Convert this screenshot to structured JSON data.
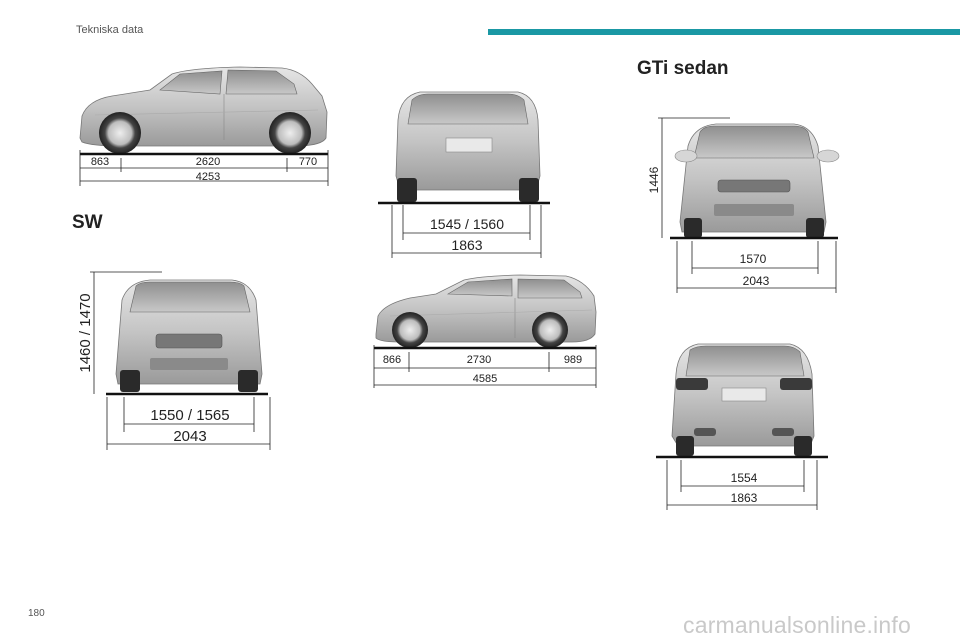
{
  "header": {
    "title": "Tekniska data",
    "accent_color": "#1a98a4"
  },
  "footer": {
    "page_number": "180",
    "watermark": "carmanualsonline.info"
  },
  "hatchback_side": {
    "front_overhang": "863",
    "wheelbase": "2620",
    "rear_overhang": "770",
    "length": "4253"
  },
  "hatchback_rear": {
    "track": "1545 / 1560",
    "width": "1863"
  },
  "sw": {
    "title": "SW",
    "front": {
      "height": "1460 / 1470",
      "track": "1550 / 1565",
      "width": "2043"
    },
    "side": {
      "front_overhang": "866",
      "wheelbase": "2730",
      "rear_overhang": "989",
      "length": "4585"
    }
  },
  "gti": {
    "title": "GTi sedan",
    "front": {
      "height": "1446",
      "track": "1570",
      "width": "2043"
    },
    "rear": {
      "track": "1554",
      "width": "1863"
    }
  }
}
